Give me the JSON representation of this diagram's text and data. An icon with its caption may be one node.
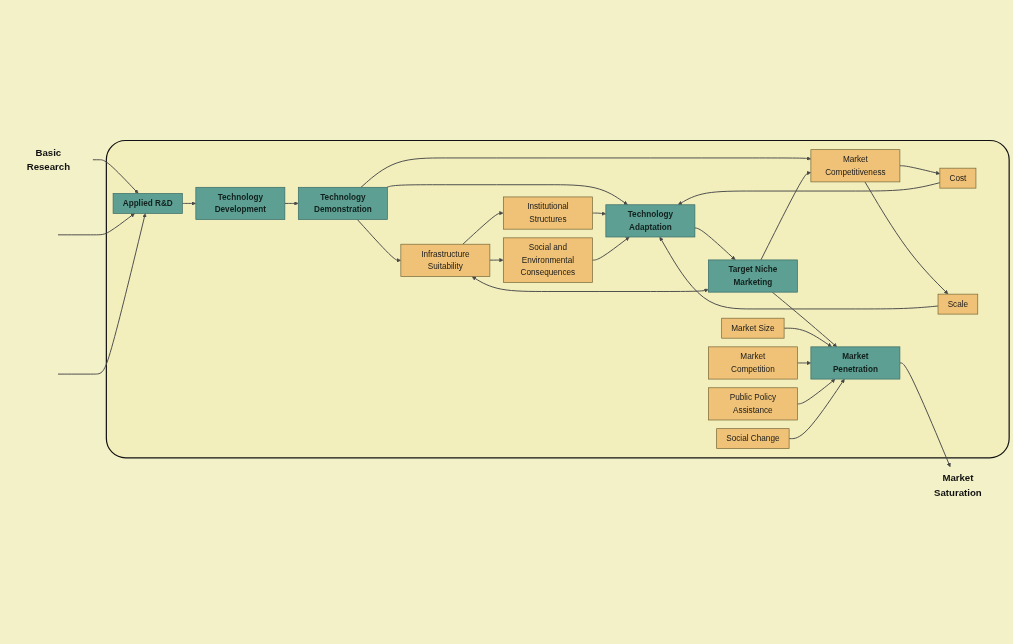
{
  "diagram": {
    "nodes": [
      {
        "text": [],
        "shape": "box"
      },
      {
        "text": [
          "Basic Research"
        ]
      },
      {
        "text": [
          "Applied R&D"
        ],
        "in": 0
      },
      {
        "text": [
          "Technology Development"
        ],
        "in": 0
      },
      {
        "text": [
          "Market Competitiveness"
        ],
        "in": 0
      },
      {
        "text": [
          "Cost"
        ],
        "in": 0
      },
      {
        "text": [
          "Scale"
        ],
        "in": 0
      },
      {
        "text": [
          "Technology Demonstration"
        ],
        "in": 0
      },
      {
        "text": [
          "Technology Adaptation"
        ],
        "in": 0
      },
      {
        "text": [
          "Target Niche Marketing"
        ],
        "in": 0
      },
      {
        "text": [
          "Market Size"
        ],
        "in": 0
      },
      {
        "text": [
          "Market Competition"
        ],
        "in": 0
      },
      {
        "text": [
          "Market Penetration"
        ],
        "in": 0
      },
      {
        "text": [
          "Infrastructure Suitability"
        ],
        "in": 0
      },
      {
        "text": [
          "Institutional Structures"
        ],
        "in": 0
      },
      {
        "text": [
          "Social and Environmental Consequences"
        ],
        "in": 0
      },
      {
        "text": [
          "Public Policy Assistance"
        ],
        "in": 0
      },
      {
        "text": [
          "Social Change"
        ],
        "in": 0
      },
      {
        "text": [
          "Market Saturation"
        ]
      }
    ],
    "edges": [
      {
        "from": 1,
        "to": 2,
        "arrow": "to"
      },
      {
        "from": null,
        "to": 2,
        "arrow": "to"
      },
      {
        "from": null,
        "to": 2,
        "arrow": "to"
      },
      {
        "from": 2,
        "to": 3,
        "arrow": "to"
      },
      {
        "from": 3,
        "to": 7,
        "arrow": "to"
      },
      {
        "from": 7,
        "to": 8,
        "arrow": "to"
      },
      {
        "from": 8,
        "to": 9,
        "arrow": "to"
      },
      {
        "from": 9,
        "to": 12,
        "arrow": "to"
      },
      {
        "from": 12,
        "to": 18,
        "arrow": "to"
      },
      {
        "from": 7,
        "to": 4,
        "arrow": "to"
      },
      {
        "from": 4,
        "to": 5,
        "arrow": "to"
      },
      {
        "from": 4,
        "to": 6,
        "arrow": "to"
      },
      {
        "from": 5,
        "to": 8,
        "arrow": "to"
      },
      {
        "from": 6,
        "to": 8,
        "arrow": "to"
      },
      {
        "from": 9,
        "to": 4,
        "arrow": "to"
      },
      {
        "from": 10,
        "to": 12,
        "arrow": "to"
      },
      {
        "from": 11,
        "to": 12,
        "arrow": "to"
      },
      {
        "from": 16,
        "to": 12,
        "arrow": "to"
      },
      {
        "from": 17,
        "to": 12,
        "arrow": "to"
      },
      {
        "from": 7,
        "to": 13,
        "arrow": "to"
      },
      {
        "from": 13,
        "to": 14,
        "arrow": "to"
      },
      {
        "from": 13,
        "to": 15,
        "arrow": "to"
      },
      {
        "from": 14,
        "to": 8,
        "arrow": "to"
      },
      {
        "from": 15,
        "to": 8,
        "arrow": "to"
      },
      {
        "from": 13,
        "to": 9,
        "arrow": "both"
      }
    ]
  }
}
